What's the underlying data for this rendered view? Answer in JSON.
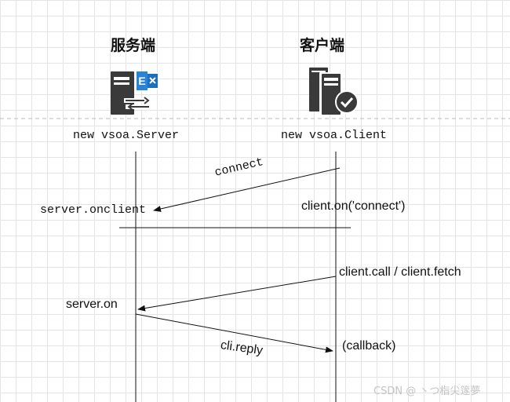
{
  "server": {
    "title": "服务端",
    "icon": "exchange-server-icon",
    "constructor": "new vsoa.Server"
  },
  "client": {
    "title": "客户端",
    "icon": "server-check-icon",
    "constructor": "new vsoa.Client"
  },
  "messages": {
    "connect": "connect",
    "server_onclient": "server.onclient",
    "client_on_connect": "client.on('connect')",
    "client_call": "client.call / client.fetch",
    "server_on": "server.on",
    "cli_reply": "cli.reply",
    "callback": "(callback)"
  },
  "watermark": "CSDN @ 丶つ栺尖篴夢",
  "colors": {
    "line": "#111111",
    "icon": "#3a3a3a",
    "accent": "#1a6fc0"
  }
}
